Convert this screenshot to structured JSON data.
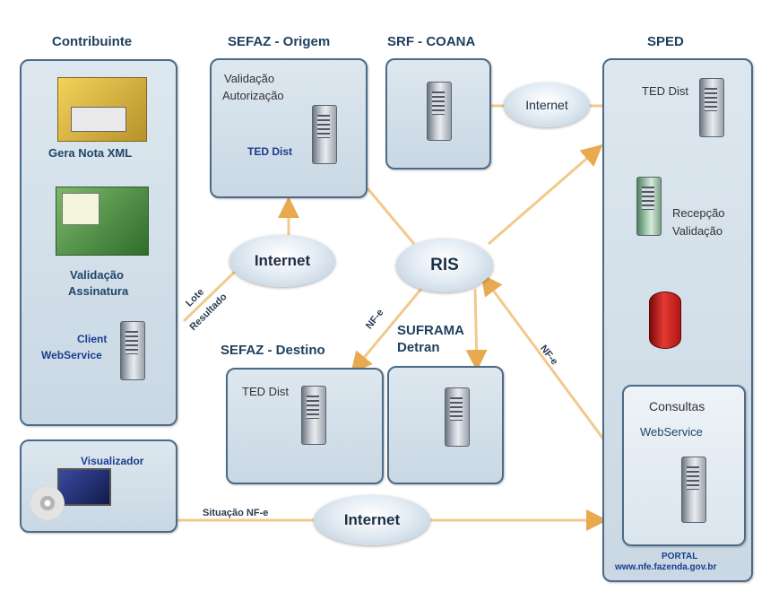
{
  "contribuinte": {
    "title": "Contribuinte",
    "gera_nota": "Gera Nota XML",
    "validacao": "Validação",
    "assinatura": "Assinatura",
    "client": "Client",
    "webservice": "WebService"
  },
  "sefaz_origem": {
    "title": "SEFAZ - Origem",
    "validacao": "Validação",
    "autorizacao": "Autorização",
    "ted": "TED Dist"
  },
  "srf": {
    "title": "SRF - COANA"
  },
  "sped": {
    "title": "SPED",
    "ted": "TED Dist",
    "recepcao": "Recepção",
    "validacao": "Validação",
    "consultas": "Consultas",
    "webservice": "WebService",
    "portal": "PORTAL",
    "url": "www.nfe.fazenda.gov.br"
  },
  "sefaz_destino": {
    "title": "SEFAZ - Destino",
    "ted": "TED Dist"
  },
  "suframa": {
    "title1": "SUFRAMA",
    "title2": "Detran"
  },
  "visualizador": {
    "title": "Visualizador"
  },
  "clouds": {
    "internet1": "Internet",
    "internet2": "Internet",
    "internet3": "Internet",
    "ris": "RIS"
  },
  "links": {
    "lote": "Lote",
    "resultado": "Resultado",
    "nfe1": "NF-e",
    "nfe2": "NF-e",
    "situacao": "Situação NF-e"
  },
  "colors": {
    "panel_border": "#4a6a86",
    "arrow": "#f2c17a",
    "database": "#d0201b"
  }
}
